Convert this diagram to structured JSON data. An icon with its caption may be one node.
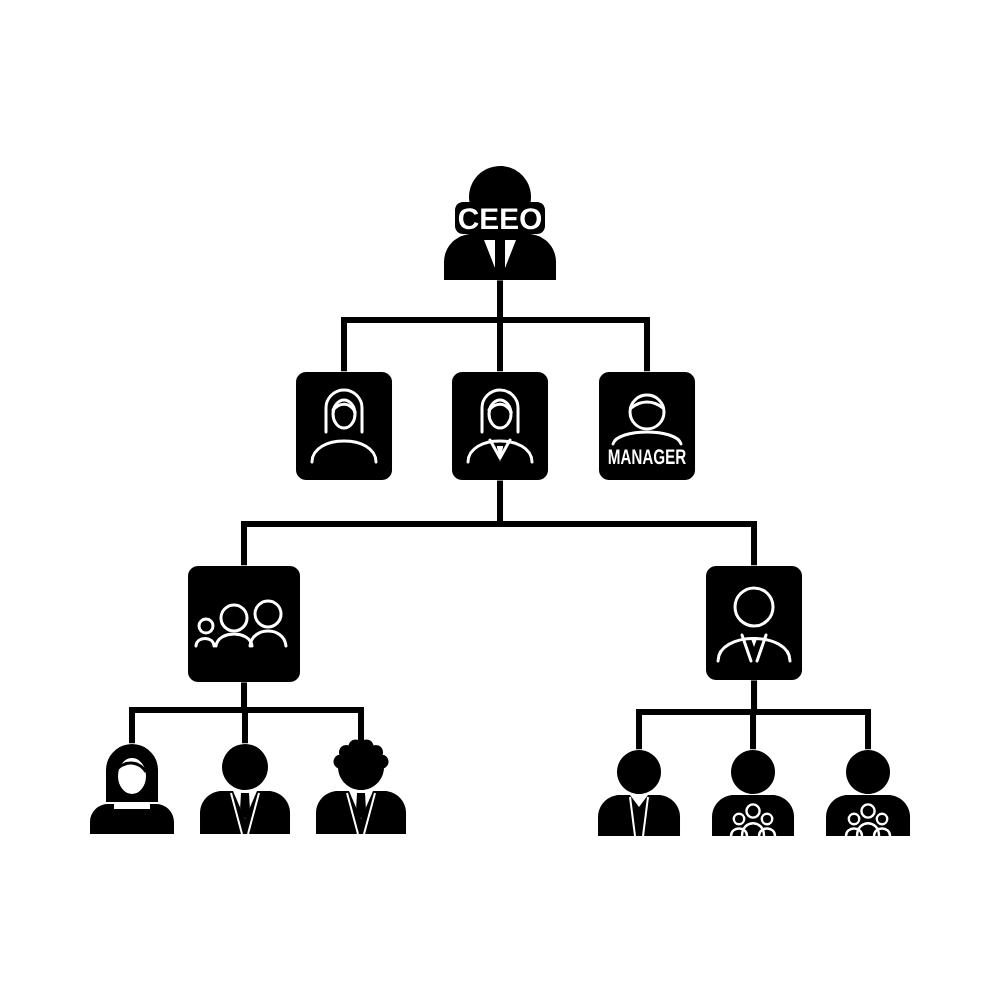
{
  "diagram": {
    "nodes": [
      {
        "text": [
          "CEEO"
        ]
      },
      {
        "text": [],
        "shape": "box"
      },
      {
        "text": [],
        "shape": "box"
      },
      {
        "text": [
          "MANAGER"
        ]
      },
      {
        "text": [],
        "shape": "box"
      },
      {
        "text": [],
        "shape": "box"
      },
      {
        "text": [],
        "shape": "person"
      },
      {
        "text": [],
        "shape": "person"
      },
      {
        "text": [],
        "shape": "person"
      },
      {
        "text": [],
        "shape": "person"
      },
      {
        "text": [],
        "shape": "person"
      },
      {
        "text": [],
        "shape": "person"
      }
    ],
    "edges": [
      {
        "from": 0,
        "to": 1,
        "arrow": "none"
      },
      {
        "from": 0,
        "to": 2,
        "arrow": "none"
      },
      {
        "from": 0,
        "to": 3,
        "arrow": "none"
      },
      {
        "from": 2,
        "to": 4,
        "arrow": "none"
      },
      {
        "from": 2,
        "to": 5,
        "arrow": "none"
      },
      {
        "from": 4,
        "to": 6,
        "arrow": "none"
      },
      {
        "from": 4,
        "to": 7,
        "arrow": "none"
      },
      {
        "from": 4,
        "to": 8,
        "arrow": "none"
      },
      {
        "from": 5,
        "to": 9,
        "arrow": "none"
      },
      {
        "from": 5,
        "to": 10,
        "arrow": "none"
      },
      {
        "from": 5,
        "to": 11,
        "arrow": "none"
      }
    ]
  }
}
